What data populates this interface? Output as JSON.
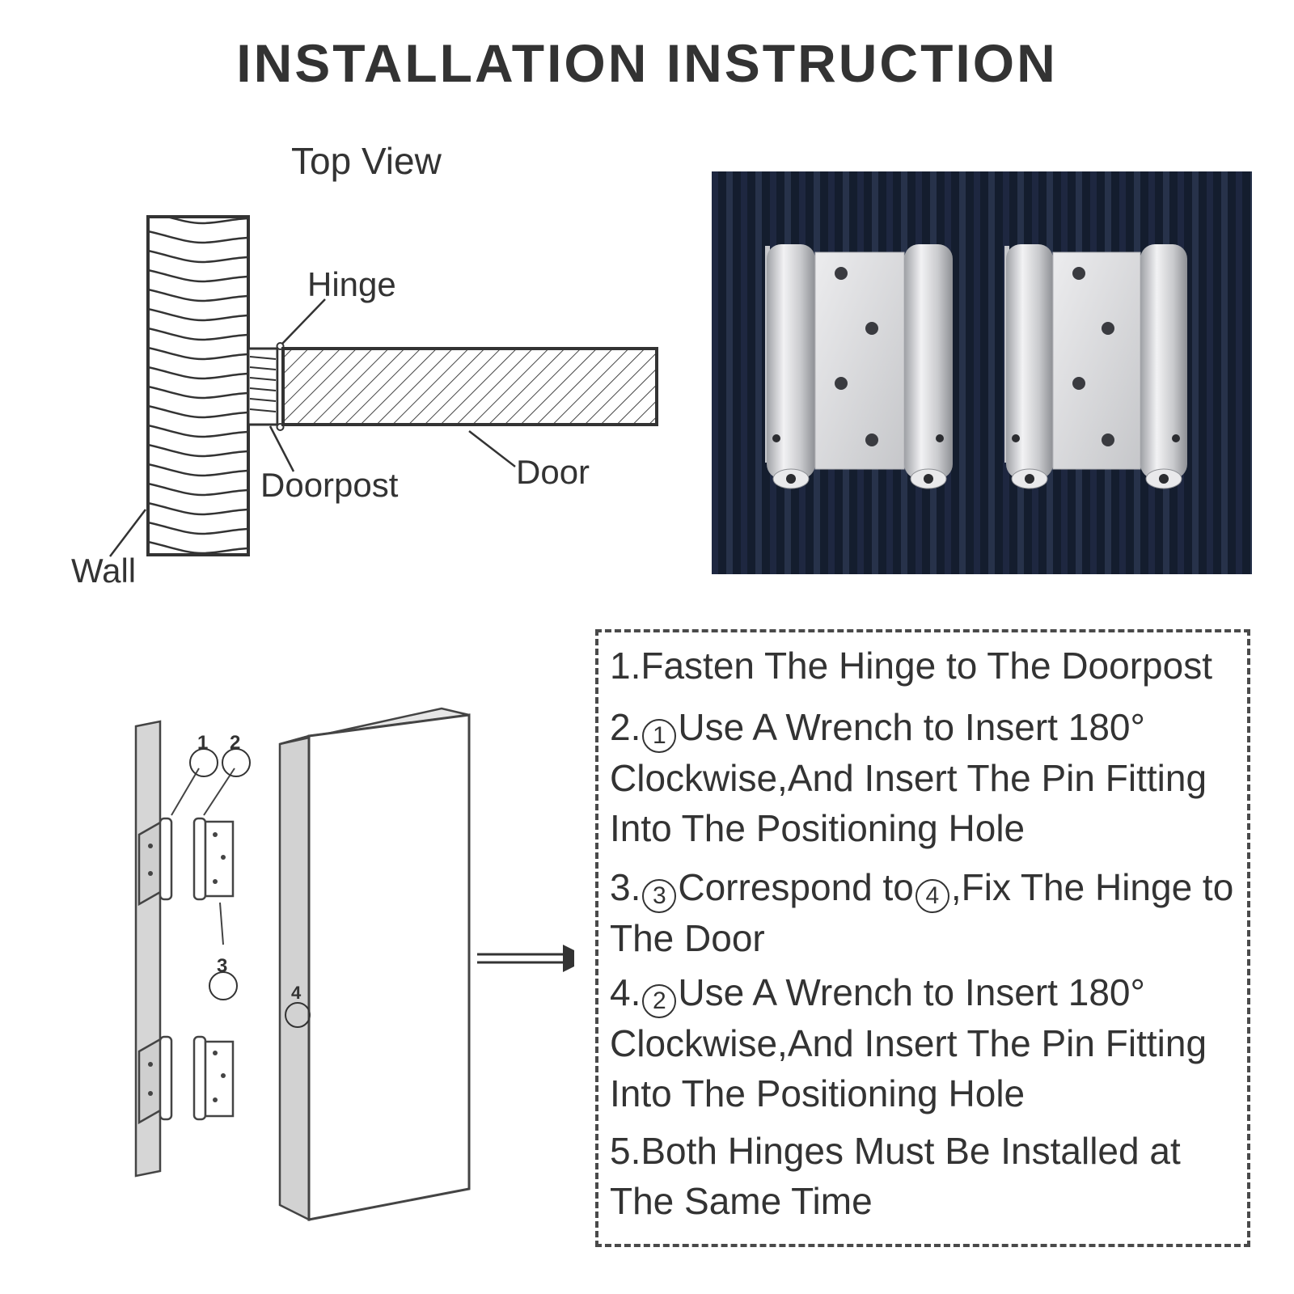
{
  "title": "INSTALLATION INSTRUCTION",
  "top_view": {
    "heading": "Top View",
    "labels": {
      "hinge": "Hinge",
      "doorpost": "Doorpost",
      "door": "Door",
      "wall": "Wall"
    }
  },
  "photo": {
    "subject": "two stainless steel double-action spring hinges",
    "background_color": "#141d2e",
    "hinge_color": "#d4d4d6"
  },
  "assembly": {
    "markers": [
      "①",
      "②",
      "③",
      "④"
    ]
  },
  "steps": [
    {
      "num": "1.",
      "text": "Fasten The Hinge to The Doorpost"
    },
    {
      "num": "2.",
      "marker": "1",
      "text": "Use A Wrench to Insert 180° Clockwise,And Insert The Pin Fitting Into The Positioning Hole"
    },
    {
      "num": "3.",
      "marker": "3",
      "mid": "Correspond to",
      "marker2": "4",
      "text": ",Fix The Hinge to The Door"
    },
    {
      "num": "4.",
      "marker": "2",
      "text": "Use A Wrench to Insert 180° Clockwise,And Insert The Pin Fitting Into The Positioning Hole"
    },
    {
      "num": "5.",
      "text": "Both Hinges Must Be Installed at The Same Time"
    }
  ]
}
